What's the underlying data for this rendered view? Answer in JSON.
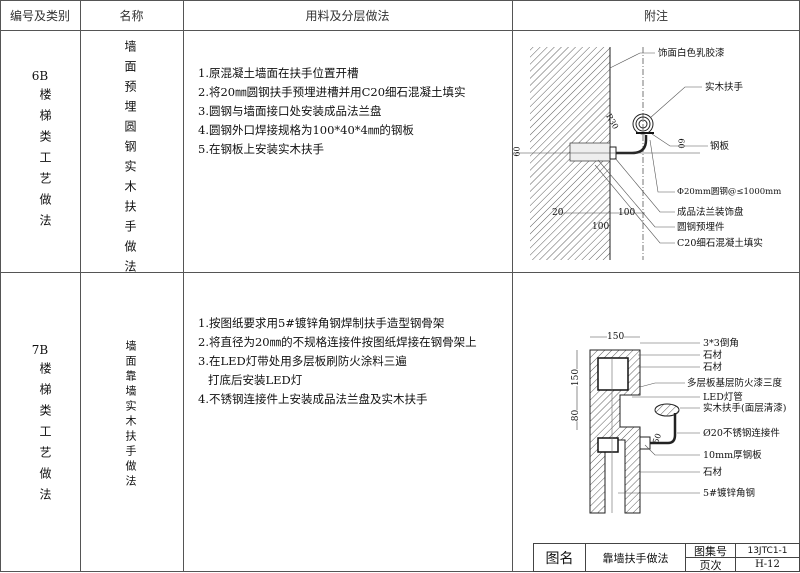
{
  "header": {
    "col1": "编号及类别",
    "col2": "名称",
    "col3": "用料及分层做法",
    "col4": "附注"
  },
  "rows": [
    {
      "code": "6B",
      "category": "楼梯类工艺做法",
      "name": "墙面预埋圆钢实木扶手做法",
      "steps": [
        "1.原混凝土墙面在扶手位置开槽",
        "2.将20㎜圆钢扶手预埋进槽并用C20细石混凝土填实",
        "3.圆钢与墙面接口处安装成品法兰盘",
        "4.圆钢外口焊接规格为100*40*4㎜的钢板",
        "5.在钢板上安装实木扶手"
      ],
      "drawing": {
        "labels": [
          "饰面白色乳胶漆",
          "实木扶手",
          "钢板",
          "Φ20mm圆钢@≤1000mm",
          "成品法兰装饰盘",
          "圆钢预埋件",
          "C20细石混凝土填实"
        ],
        "dims": [
          "60",
          "R30",
          "60",
          "20",
          "100",
          "100"
        ]
      }
    },
    {
      "code": "7B",
      "category": "楼梯类工艺做法",
      "name": "墙面靠墙实木扶手做法",
      "steps": [
        "1.按图纸要求用5#镀锌角钢焊制扶手造型钢骨架",
        "2.将直径为20㎜的不规格连接件按图纸焊接在钢骨架上",
        "3.在LED灯带处用多层板刷防火涂料三遍",
        "打底后安装LED灯",
        "4.不锈钢连接件上安装成品法兰盘及实木扶手"
      ],
      "drawing": {
        "labels": [
          "3*3倒角",
          "石材",
          "石材",
          "多层板基层防火漆三度",
          "LED灯管",
          "实木扶手(面层清漆)",
          "Ø20不锈钢连接件",
          "10mm厚钢板",
          "石材",
          "5#镀锌角钢"
        ],
        "dims": [
          "150",
          "150",
          "80",
          "50"
        ]
      }
    }
  ],
  "title_block": {
    "name_label": "图名",
    "name": "靠墙扶手做法",
    "set_label": "图集号",
    "set": "13JTC1-1",
    "page_label": "页次",
    "page": "H-12"
  }
}
